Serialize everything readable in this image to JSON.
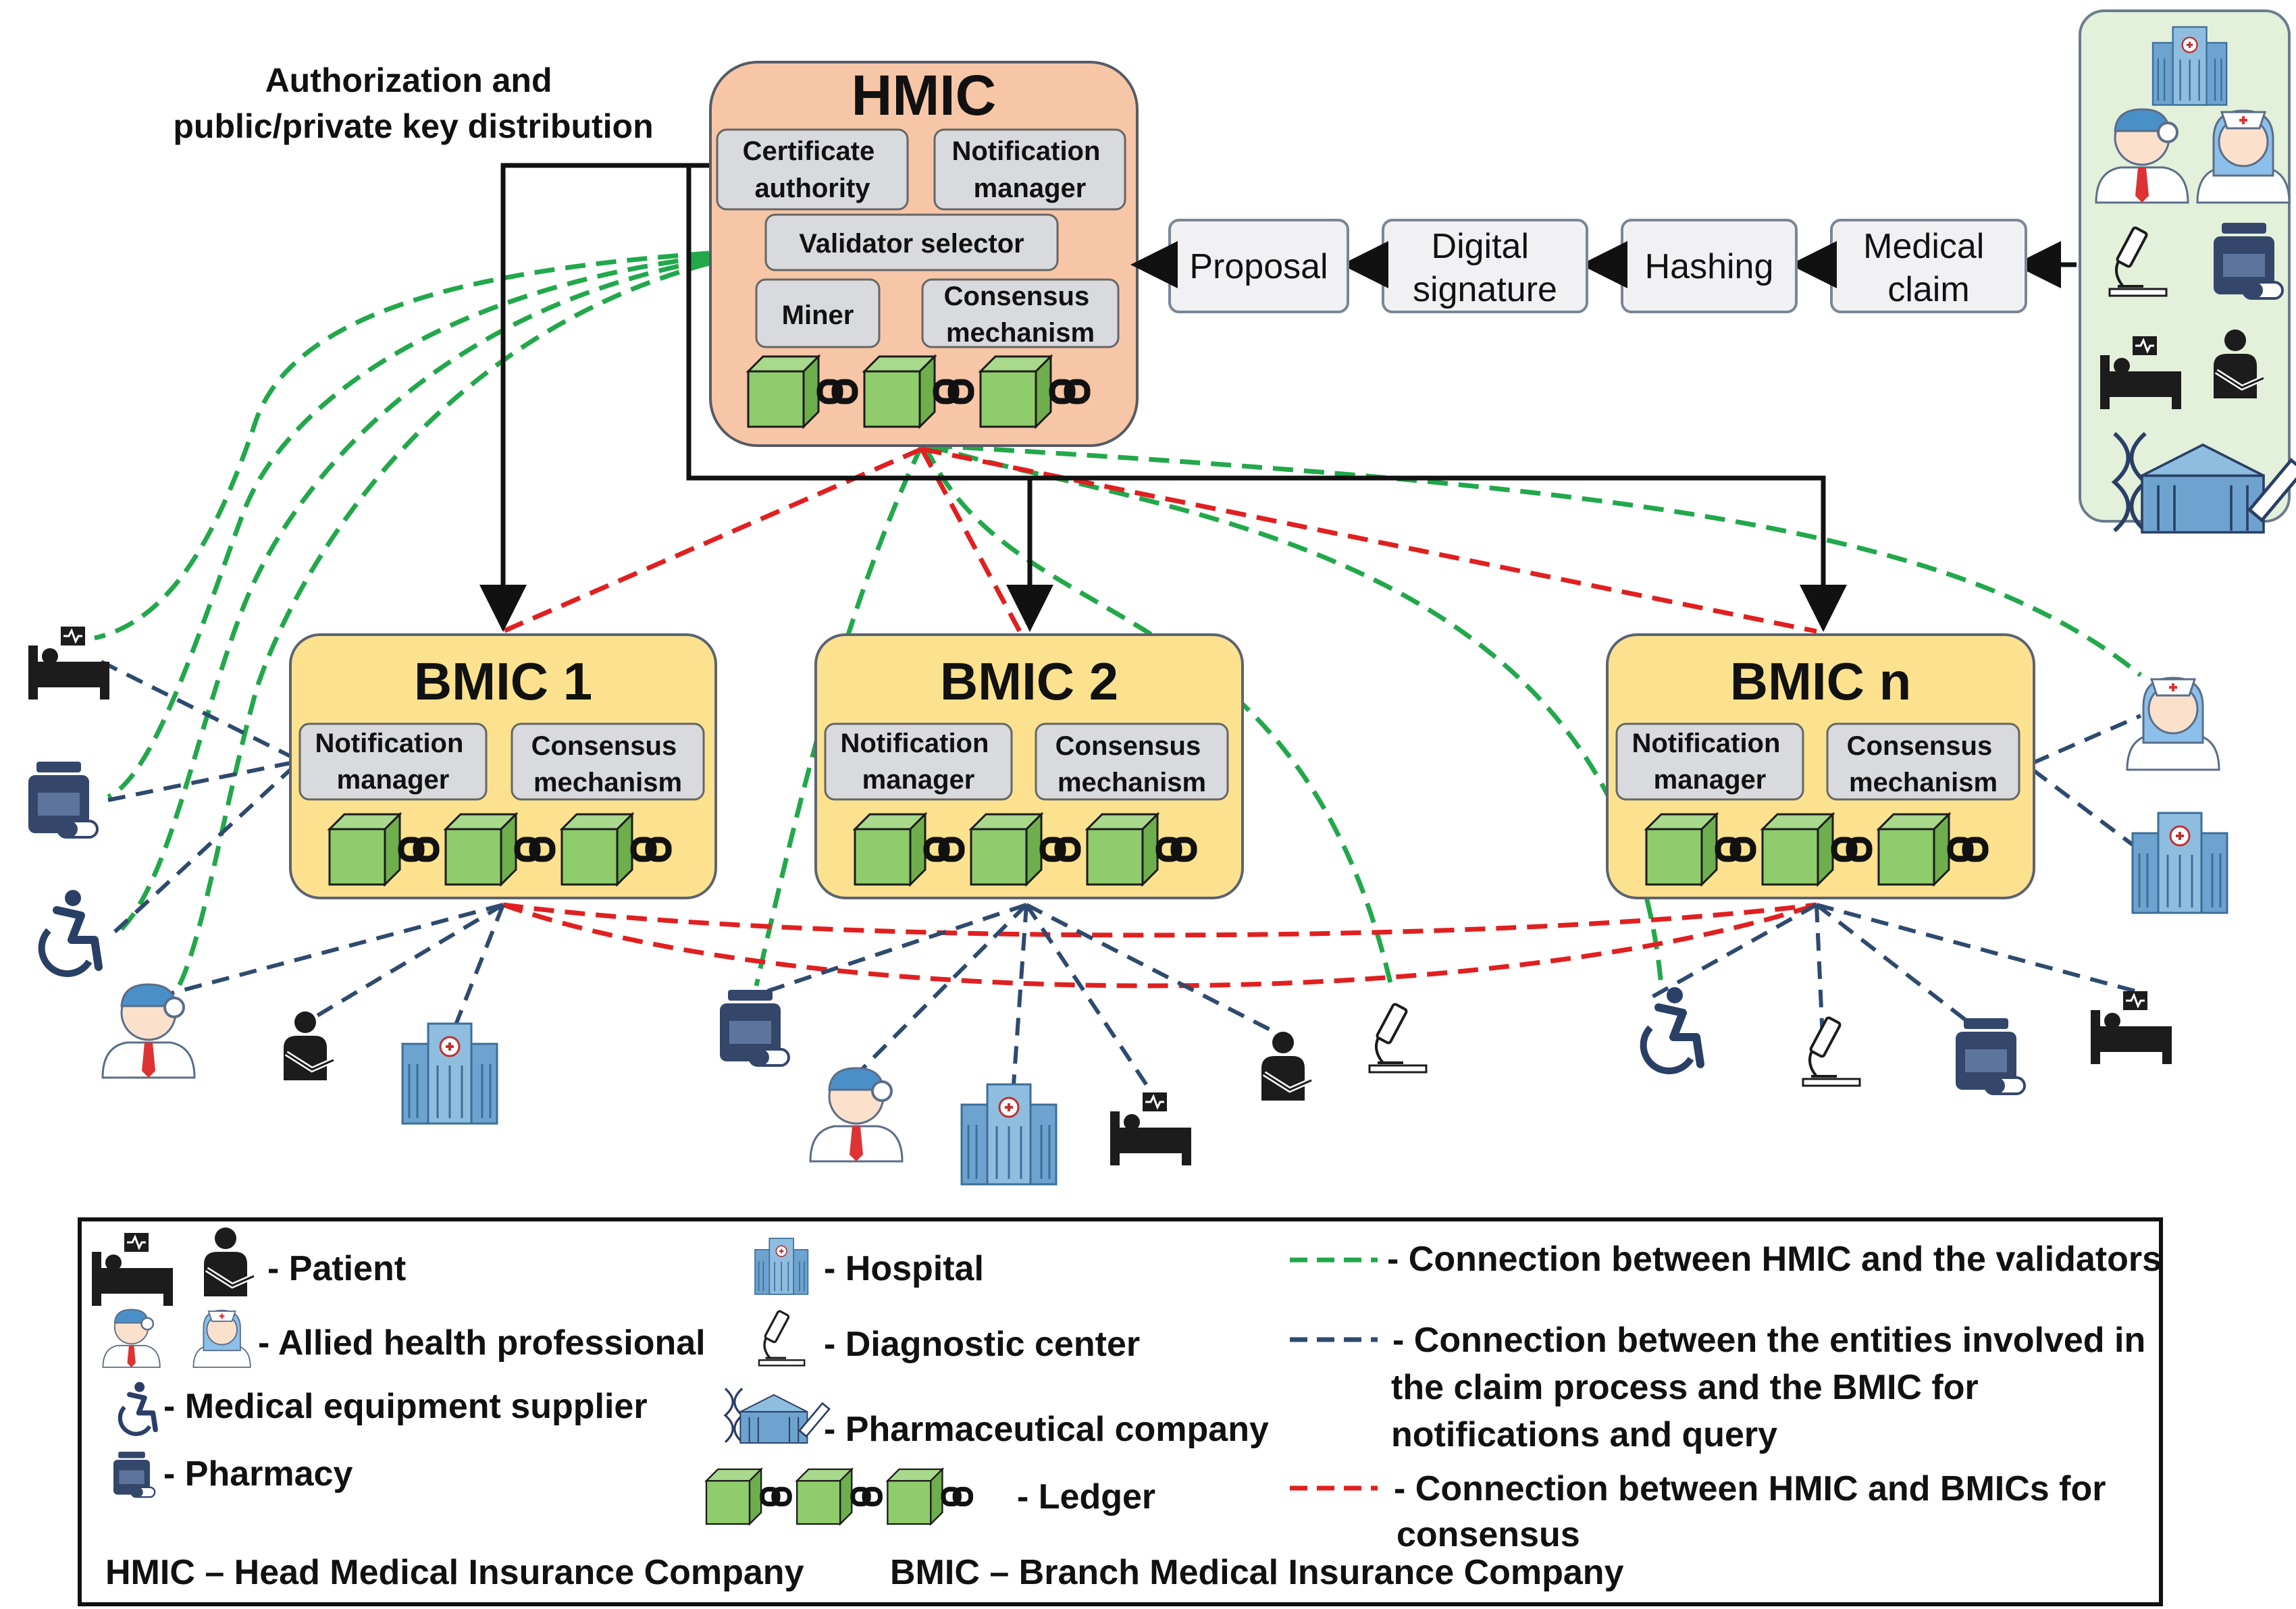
{
  "top_note": {
    "line1": "Authorization and",
    "line2": "public/private key distribution"
  },
  "hmic": {
    "title": "HMIC",
    "modules": {
      "certificate": [
        "Certificate",
        "authority"
      ],
      "notification": [
        "Notification",
        "manager"
      ],
      "validator": "Validator selector",
      "miner": "Miner",
      "consensus": [
        "Consensus",
        "mechanism"
      ]
    }
  },
  "pipeline": {
    "proposal": [
      "Proposal"
    ],
    "signature": [
      "Digital",
      "signature"
    ],
    "hashing": [
      "Hashing"
    ],
    "claim": [
      "Medical",
      "claim"
    ]
  },
  "bmics": [
    {
      "title": "BMIC 1",
      "notification": [
        "Notification",
        "manager"
      ],
      "consensus": [
        "Consensus",
        "mechanism"
      ]
    },
    {
      "title": "BMIC 2",
      "notification": [
        "Notification",
        "manager"
      ],
      "consensus": [
        "Consensus",
        "mechanism"
      ]
    },
    {
      "title": "BMIC n",
      "notification": [
        "Notification",
        "manager"
      ],
      "consensus": [
        "Consensus",
        "mechanism"
      ]
    }
  ],
  "legend": {
    "patient": "- Patient",
    "allied": "- Allied health professional",
    "equipment": "- Medical equipment supplier",
    "pharmacy": "- Pharmacy",
    "hospital": "- Hospital",
    "diagnostic": "- Diagnostic center",
    "pharma": "- Pharmaceutical company",
    "ledger": "- Ledger",
    "green": [
      "- Connection between HMIC and the validators"
    ],
    "blue": [
      "- Connection between the entities involved in",
      "the claim process and the BMIC for",
      "notifications and query"
    ],
    "red": [
      "- Connection between HMIC and BMICs for",
      "consensus"
    ],
    "hmic_def": "HMIC – Head Medical Insurance Company",
    "bmic_def": "BMIC – Branch Medical Insurance Company"
  },
  "colors": {
    "hmic_fill": "#f7c6a7",
    "bmic_fill": "#fce28e",
    "module_fill": "#d9dade",
    "entity_panel": "#e3f0da",
    "ledger_green": "#8fcc6b",
    "validator_line": "#22a84b",
    "query_line": "#2e4a6e",
    "consensus_line": "#e02020",
    "hospital_blue": "#6ea3cf",
    "icon_dark": "#1c1c1c"
  }
}
